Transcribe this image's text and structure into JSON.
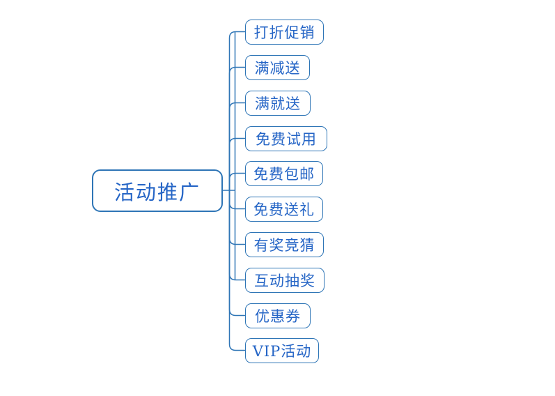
{
  "diagram": {
    "type": "mindmap-tree",
    "orientation": "left-root-right-children",
    "colors": {
      "line": "#2E75B6",
      "text": "#2565C6",
      "background": "#ffffff"
    },
    "root": {
      "label": "活动推广"
    },
    "children": [
      {
        "label": "打折促销"
      },
      {
        "label": "满减送"
      },
      {
        "label": "满就送"
      },
      {
        "label": "免费试用"
      },
      {
        "label": "免费包邮"
      },
      {
        "label": "免费送礼"
      },
      {
        "label": "有奖竞猜"
      },
      {
        "label": "互动抽奖"
      },
      {
        "label": "优惠券"
      },
      {
        "label": "VIP活动"
      }
    ]
  }
}
